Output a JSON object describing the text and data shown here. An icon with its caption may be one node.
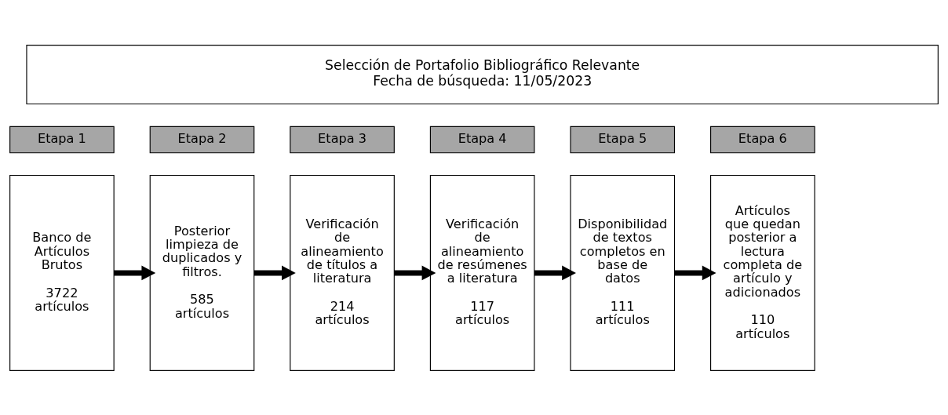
{
  "diagram": {
    "nodes": [
      {
        "text": [
          "Selección de Portafolio Bibliográfico Relevante",
          "Fecha de búsqueda: 11/05/2023"
        ]
      },
      {
        "text": [
          "Etapa 1"
        ]
      },
      {
        "text": [
          "Etapa 2"
        ]
      },
      {
        "text": [
          "Etapa 3"
        ]
      },
      {
        "text": [
          "Etapa 4"
        ]
      },
      {
        "text": [
          "Etapa 5"
        ]
      },
      {
        "text": [
          "Etapa 6"
        ]
      },
      {
        "text": [
          "Banco de Artículos Brutos",
          "3722 artículos"
        ]
      },
      {
        "text": [
          "Posterior limpieza de duplicados y filtros.",
          "585 artículos"
        ]
      },
      {
        "text": [
          "Verificación de alineamiento de títulos a literatura",
          "214 artículos"
        ]
      },
      {
        "text": [
          "Verificación de alineamiento de resúmenes a literatura",
          "117 artículos"
        ]
      },
      {
        "text": [
          "Disponibilidad de textos completos en base de datos",
          "111 artículos"
        ]
      },
      {
        "text": [
          "Artículos que quedan posterior a lectura completa de artículo y adicionados",
          "110 artículos"
        ]
      }
    ],
    "edges": [
      {
        "from": 7,
        "to": 8,
        "arrow": "to"
      },
      {
        "from": 8,
        "to": 9,
        "arrow": "to"
      },
      {
        "from": 9,
        "to": 10,
        "arrow": "to"
      },
      {
        "from": 10,
        "to": 11,
        "arrow": "to"
      },
      {
        "from": 11,
        "to": 12,
        "arrow": "to"
      }
    ]
  }
}
